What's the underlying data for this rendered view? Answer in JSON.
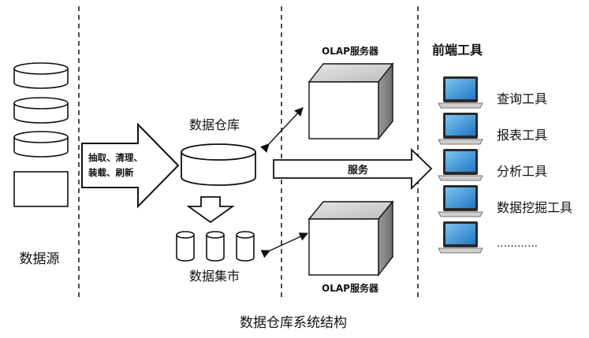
{
  "labels": {
    "source": "数据源",
    "etl_line1": "抽取、清理、",
    "etl_line2": "装载、刷新",
    "warehouse": "数据仓库",
    "datamart": "数据集市",
    "olap_top": "OLAP服务器",
    "olap_bottom": "OLAP服务器",
    "service": "服务",
    "frontend": "前端工具",
    "caption": "数据仓库系统结构"
  },
  "tools": [
    "查询工具",
    "报表工具",
    "分析工具",
    "数据挖掘工具",
    "…………"
  ]
}
